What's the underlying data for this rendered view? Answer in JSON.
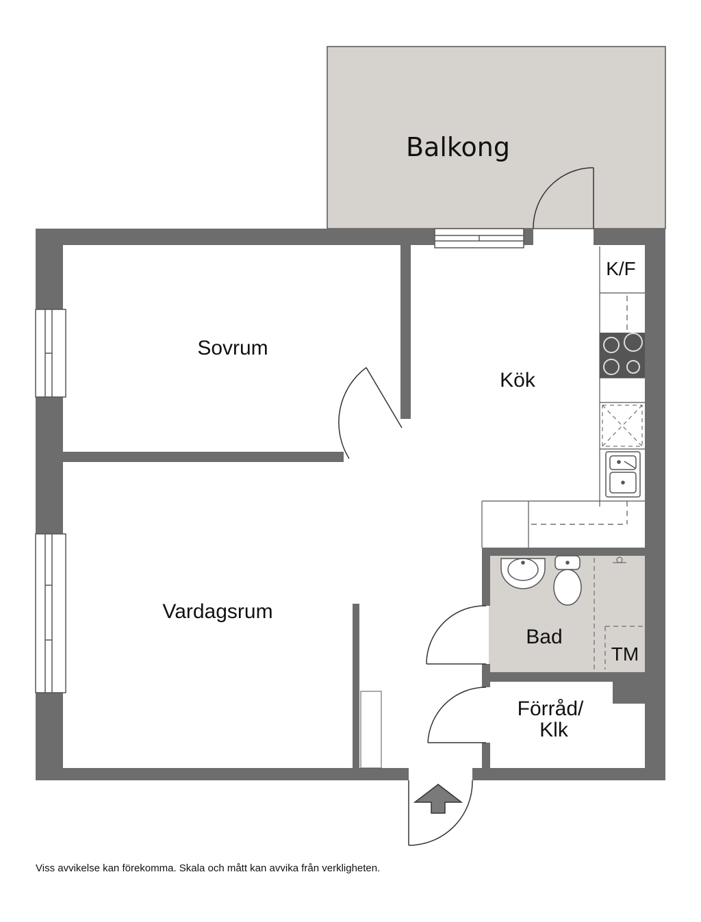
{
  "rooms": {
    "balkong": "Balkong",
    "sovrum": "Sovrum",
    "kok": "Kök",
    "kf": "K/F",
    "vardagsrum": "Vardagsrum",
    "bad": "Bad",
    "tm": "TM",
    "forrad_line1": "Förråd/",
    "forrad_line2": "Klk"
  },
  "disclaimer": "Viss avvikelse kan förekomma. Skala och mått kan avvika från verkligheten.",
  "colors": {
    "wall": "#6d6d6d",
    "balcony_fill": "#d6d2ce",
    "bath_fill": "#d6d2ce",
    "line": "#333333"
  }
}
